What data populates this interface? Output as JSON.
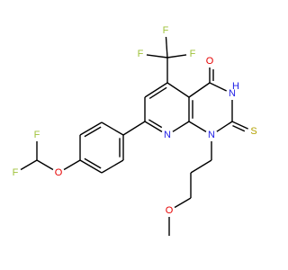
{
  "molecule": {
    "colors": {
      "bond": "#000000",
      "F": "#9FC23A",
      "O": "#E60000",
      "N": "#1F1FE6",
      "S": "#B3A100",
      "H": "#1F1FE6",
      "background": "#FFFFFF"
    },
    "atom_labels": {
      "F1": "F",
      "F2": "F",
      "F3": "F",
      "F4": "F",
      "F5": "F",
      "O_ketone": "O",
      "N_amide": "N",
      "H_amide": "H",
      "S_thione": "S",
      "N_pyridine": "N",
      "N_ring": "N",
      "O_ether": "O",
      "O_aryl": "O"
    }
  }
}
